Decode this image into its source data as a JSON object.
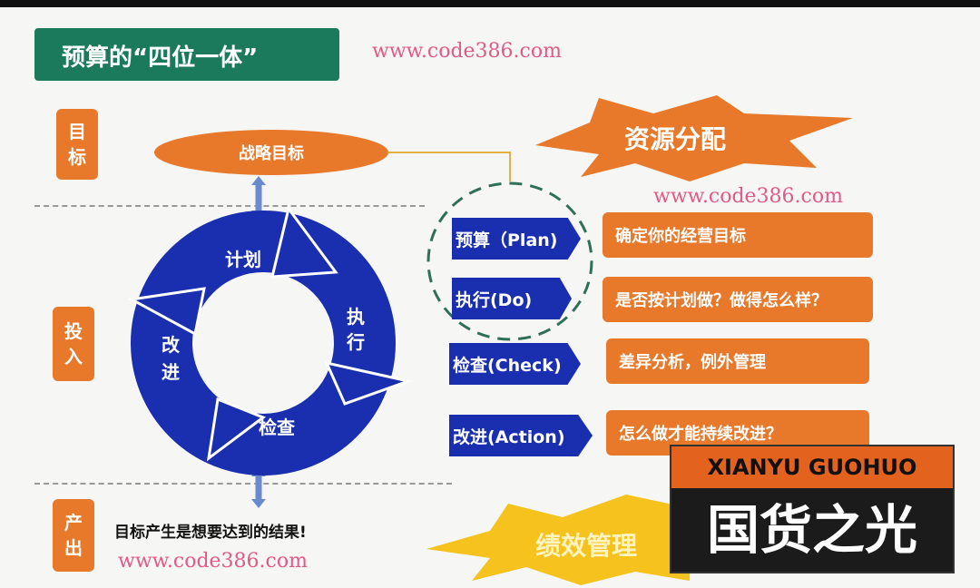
{
  "title": "预算的“四位一体”",
  "side_labels": {
    "goal": "目标",
    "input": "投入",
    "output": "产出"
  },
  "strategic_goal": "战略目标",
  "resource_allocation": "资源分配",
  "cycle": {
    "plan": "计划",
    "do": "执行",
    "check": "检查",
    "act": "改进"
  },
  "steps": [
    {
      "label": "预算（Plan)",
      "desc": "确定你的经营目标"
    },
    {
      "label": "执行(Do)",
      "desc": "是否按计划做？做得怎么样？"
    },
    {
      "label": "检查(Check)",
      "desc": "差异分析，例外管理"
    },
    {
      "label": "改进(Action)",
      "desc": "怎么做才能持续改进？"
    }
  ],
  "output_text": "目标产生是想要达到的结果!",
  "performance": "绩效管理",
  "watermark": "www.code386.com",
  "logo": {
    "top": "XIANYU GUOHUO",
    "main": "国货之光"
  },
  "colors": {
    "green": "#1c7a5c",
    "orange": "#e8782a",
    "blue": "#1a2fb0",
    "yellow": "#f6c21e"
  }
}
